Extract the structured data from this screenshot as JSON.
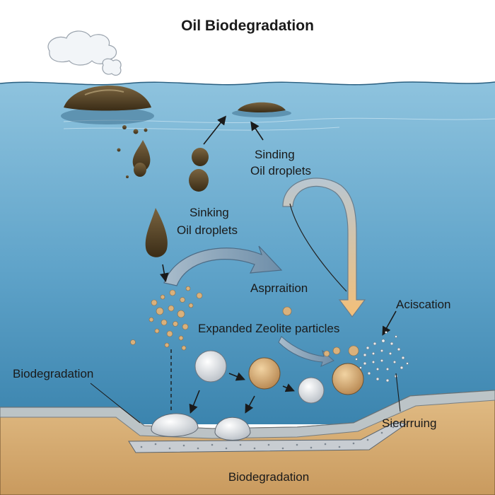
{
  "title": "Oil Biodegradation",
  "labels": {
    "sinding_line1": "Sinding",
    "sinding_line2": "Oil droplets",
    "sinking_line1": "Sinking",
    "sinking_line2": "Oil droplets",
    "asprraition": "Asprraition",
    "aciscation": "Aciscation",
    "expanded_zeolite": "Expanded Zeolite particles",
    "biodegradation_left": "Biodegradation",
    "biodegradation_bottom": "Biodegradation",
    "siedrruing": "Siedrruing"
  },
  "colors": {
    "sky": "#ffffff",
    "water_top": "#7fb8d6",
    "water_bottom": "#3c86b0",
    "oil": "#4a3a22",
    "sediment": "#d7ae76",
    "zeolite_tan": "#c9a06a",
    "zeolite_white": "#e6e9ec",
    "arrow_blue": "#8ba6bd",
    "arrow_orange": "#f0c07a"
  }
}
